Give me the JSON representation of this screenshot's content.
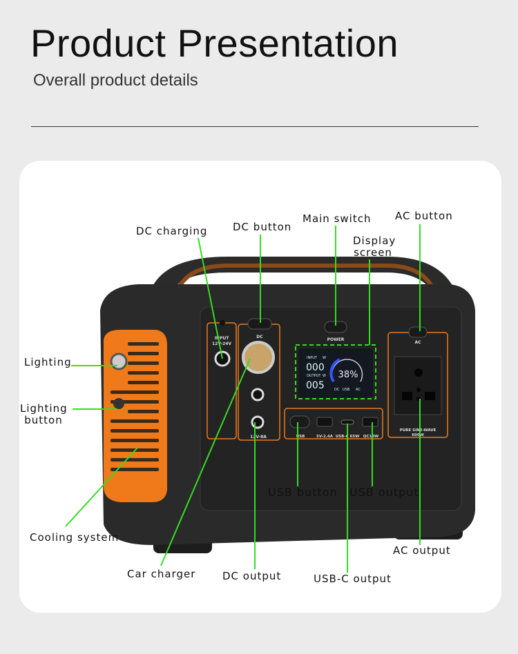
{
  "header": {
    "title": "Product Presentation",
    "subtitle": "Overall product details"
  },
  "callouts": {
    "dc_charging": "DC charging",
    "dc_button": "DC button",
    "main_switch": "Main switch",
    "ac_button": "AC button",
    "display_screen_1": "Display",
    "display_screen_2": "screen",
    "lighting": "Lighting",
    "lighting_button_1": "Lighting",
    "lighting_button_2": "button",
    "cooling_system": "Cooling system",
    "car_charger": "Car charger",
    "dc_output": "DC output",
    "usb_button": "USB button",
    "usb_output": "USB output",
    "usbc_output": "USB-C output",
    "ac_output": "AC output"
  },
  "device": {
    "input_label": "INPUT",
    "input_voltage": "12V-24V",
    "dc_label": "DC",
    "dc_output_rating": "12V-8A",
    "power_label": "POWER",
    "ac_label": "AC",
    "usb_label": "USB",
    "usb_a_rating": "5V-2.4A",
    "usbc_rating": "USB-C 65W",
    "qc_rating": "QC18W",
    "sine_label": "PURE SINE-WAVE",
    "ac_rating": "600W",
    "screen": {
      "input_label": "INPUT",
      "output_label": "OUTPUT",
      "unit": "W",
      "input_value": "000",
      "output_value": "005",
      "battery": "38%",
      "dc": "DC",
      "usb": "USB",
      "ac": "AC"
    },
    "battery_fraction": 0.38
  },
  "colors": {
    "accent": "#33dd22",
    "orange": "#f07a1a",
    "body": "#2a2a2a"
  }
}
